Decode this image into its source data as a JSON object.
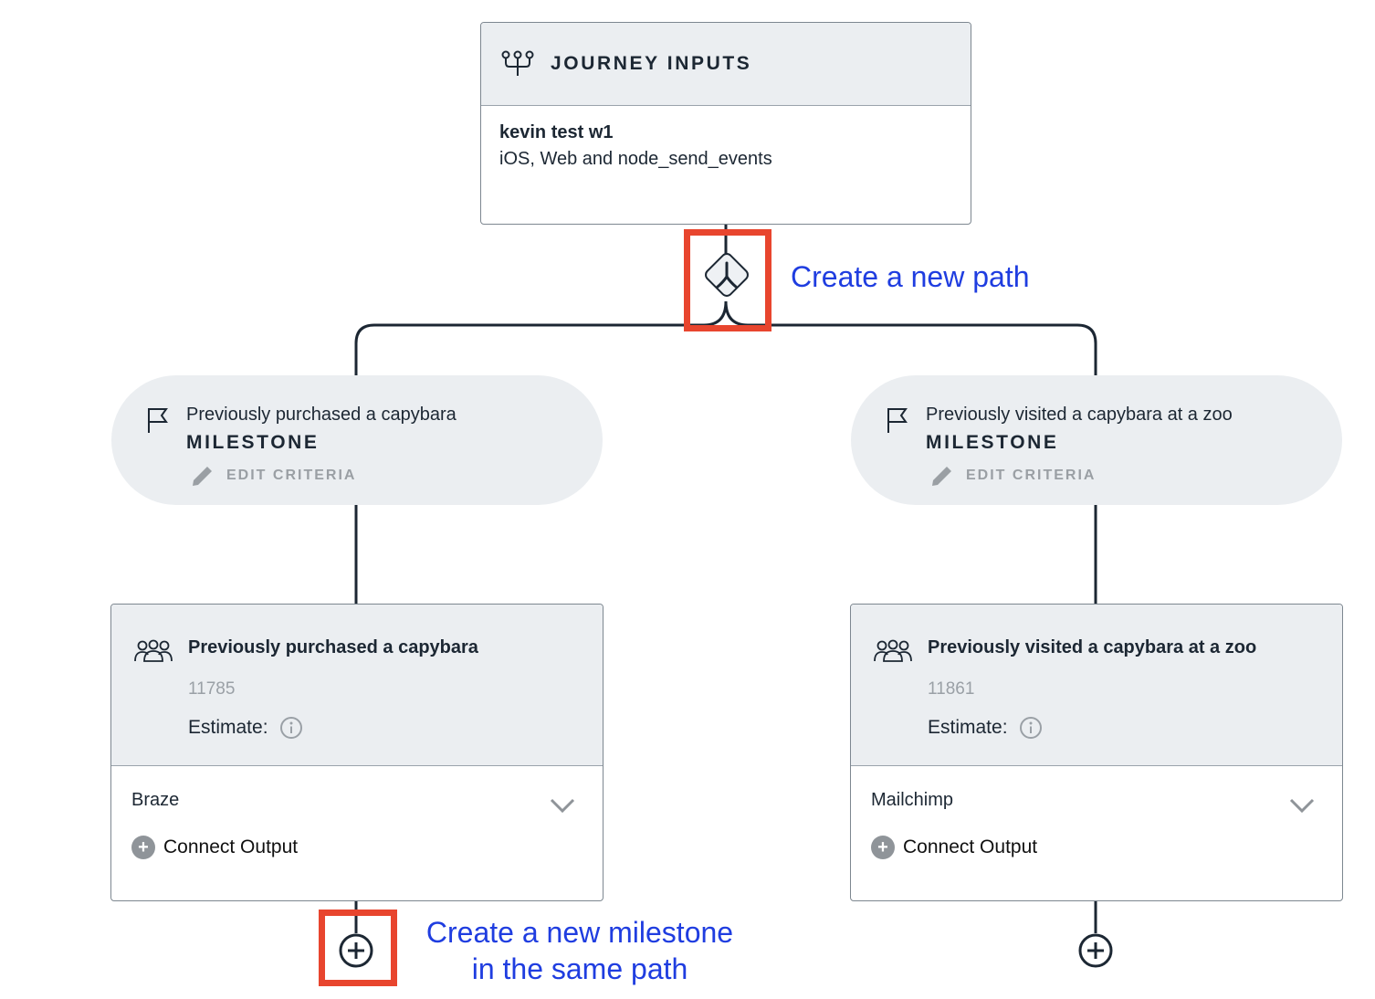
{
  "journey_inputs": {
    "title": "JOURNEY INPUTS",
    "name": "kevin test w1",
    "sources": "iOS, Web and node_send_events"
  },
  "annotations": {
    "split": "Create a new path",
    "add_line1": "Create a new milestone",
    "add_line2": "in the same path",
    "color": "#1f3de0",
    "highlight_color": "#e8452e"
  },
  "paths": [
    {
      "milestone": {
        "label": "Previously purchased a capybara",
        "kind": "MILESTONE",
        "edit_label": "EDIT CRITERIA"
      },
      "audience": {
        "name": "Previously purchased a capybara",
        "count": "11785",
        "estimate_label": "Estimate:",
        "destination": "Braze",
        "connect_label": "Connect Output"
      }
    },
    {
      "milestone": {
        "label": "Previously visited a capybara at a zoo",
        "kind": "MILESTONE",
        "edit_label": "EDIT CRITERIA"
      },
      "audience": {
        "name": "Previously visited a capybara at a zoo",
        "count": "11861",
        "estimate_label": "Estimate:",
        "destination": "Mailchimp",
        "connect_label": "Connect Output"
      }
    }
  ],
  "icons": {
    "inputs": "network-inputs-icon",
    "split": "split-path-icon",
    "flag": "flag-icon",
    "edit": "pencil-icon",
    "audience": "people-group-icon",
    "info": "info-icon",
    "dropdown": "chevron-down-icon",
    "add": "plus-circle-icon"
  }
}
